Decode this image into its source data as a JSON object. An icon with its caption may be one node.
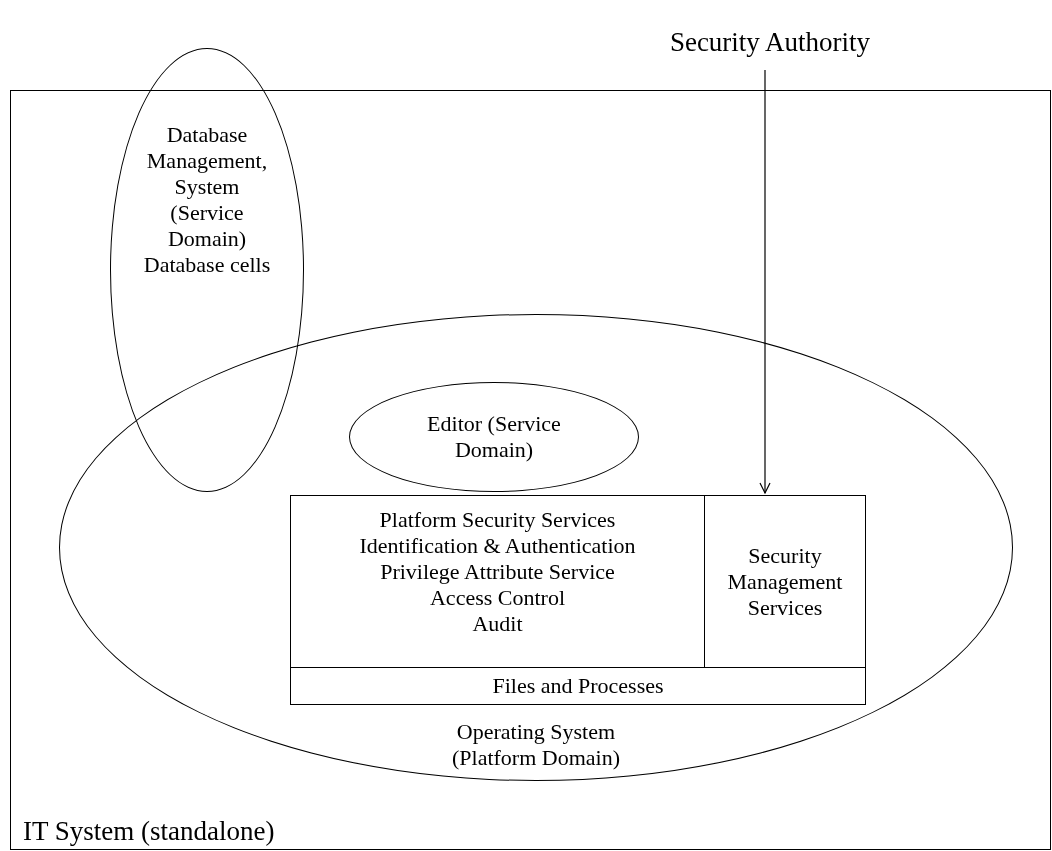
{
  "diagram": {
    "nodes": [
      {
        "text": [
          "Security Authority"
        ]
      },
      {
        "text": [
          "IT System (standalone)"
        ]
      },
      {
        "text": [
          "Database Management, System (Service Domain)",
          "Database cells"
        ]
      },
      {
        "text": [
          "Operating System (Platform Domain)"
        ],
        "in": 1
      },
      {
        "text": [
          "Editor (Service Domain)"
        ],
        "in": 3
      },
      {
        "text": [
          "Platform Security Services",
          "Identification & Authentication",
          "Privilege Attribute Service",
          "Access Control",
          "Audit"
        ],
        "in": 3
      },
      {
        "text": [
          "Security Management Services"
        ],
        "in": 3
      },
      {
        "text": [
          "Files and Processes"
        ],
        "in": 3
      }
    ],
    "edges": [
      {
        "from": 0,
        "to": 6,
        "arrow": "to"
      }
    ]
  }
}
